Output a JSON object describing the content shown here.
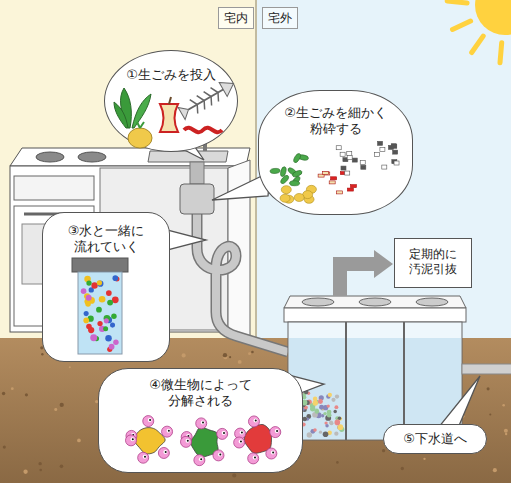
{
  "diagram": {
    "nodes": [
      {
        "text": [
          "宅内"
        ]
      },
      {
        "text": [
          "宅外"
        ]
      },
      {
        "text": [
          "①生ごみを投入"
        ]
      },
      {
        "text": [
          "②生ごみを細かく 粉砕する"
        ]
      },
      {
        "text": [
          "③水と一緒に 流れていく"
        ]
      },
      {
        "text": [
          "定期的に 汚泥引抜"
        ]
      },
      {
        "text": [
          "④微生物によって 分解される"
        ]
      },
      {
        "text": [
          "⑤下水道へ"
        ]
      }
    ]
  }
}
